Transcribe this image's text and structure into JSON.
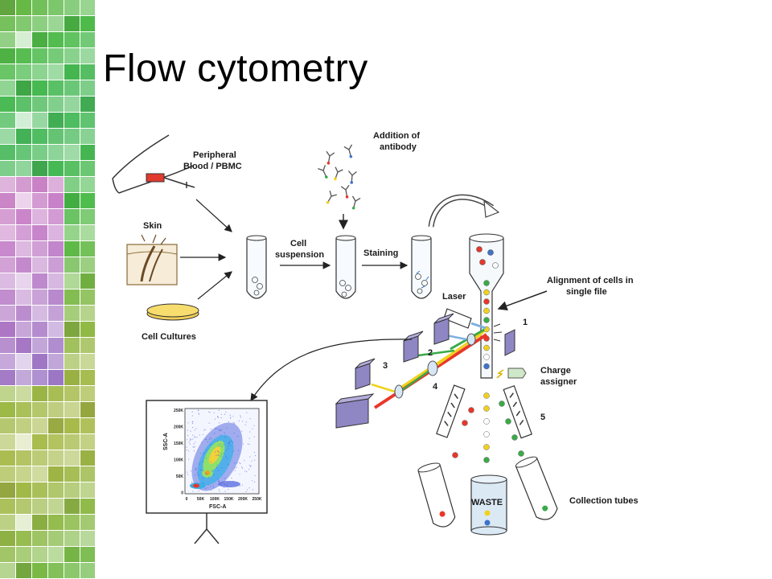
{
  "slide": {
    "title": "Flow cytometry"
  },
  "figure": {
    "labels": {
      "blood_line1": "Peripheral",
      "blood_line2": "Blood / PBMC",
      "skin": "Skin",
      "cultures": "Cell Cultures",
      "cell_suspension_line1": "Cell",
      "cell_suspension_line2": "suspension",
      "staining": "Staining",
      "antibody_line1": "Addition of",
      "antibody_line2": "antibody",
      "alignment_line1": "Alignment of cells in",
      "alignment_line2": "single file",
      "laser": "Laser",
      "charge_line1": "Charge",
      "charge_line2": "assigner",
      "collection": "Collection tubes",
      "waste": "WASTE",
      "num1": "1",
      "num2": "2",
      "num3": "3",
      "num4": "4",
      "num5": "5"
    },
    "plot": {
      "y_label": "SSC-A",
      "x_label": "FSC-A",
      "y_ticks": [
        "250K",
        "200K",
        "150K",
        "100K",
        "50K",
        "0"
      ],
      "x_ticks": [
        "0",
        "50K",
        "100K",
        "150K",
        "200K",
        "250K"
      ]
    },
    "colors": {
      "red": "#e8372a",
      "blue": "#3d73c9",
      "green": "#3aaa48",
      "yellow": "#f0d21c",
      "detector": "#8f86c4",
      "tube_fill": "#e6f0f7"
    }
  }
}
